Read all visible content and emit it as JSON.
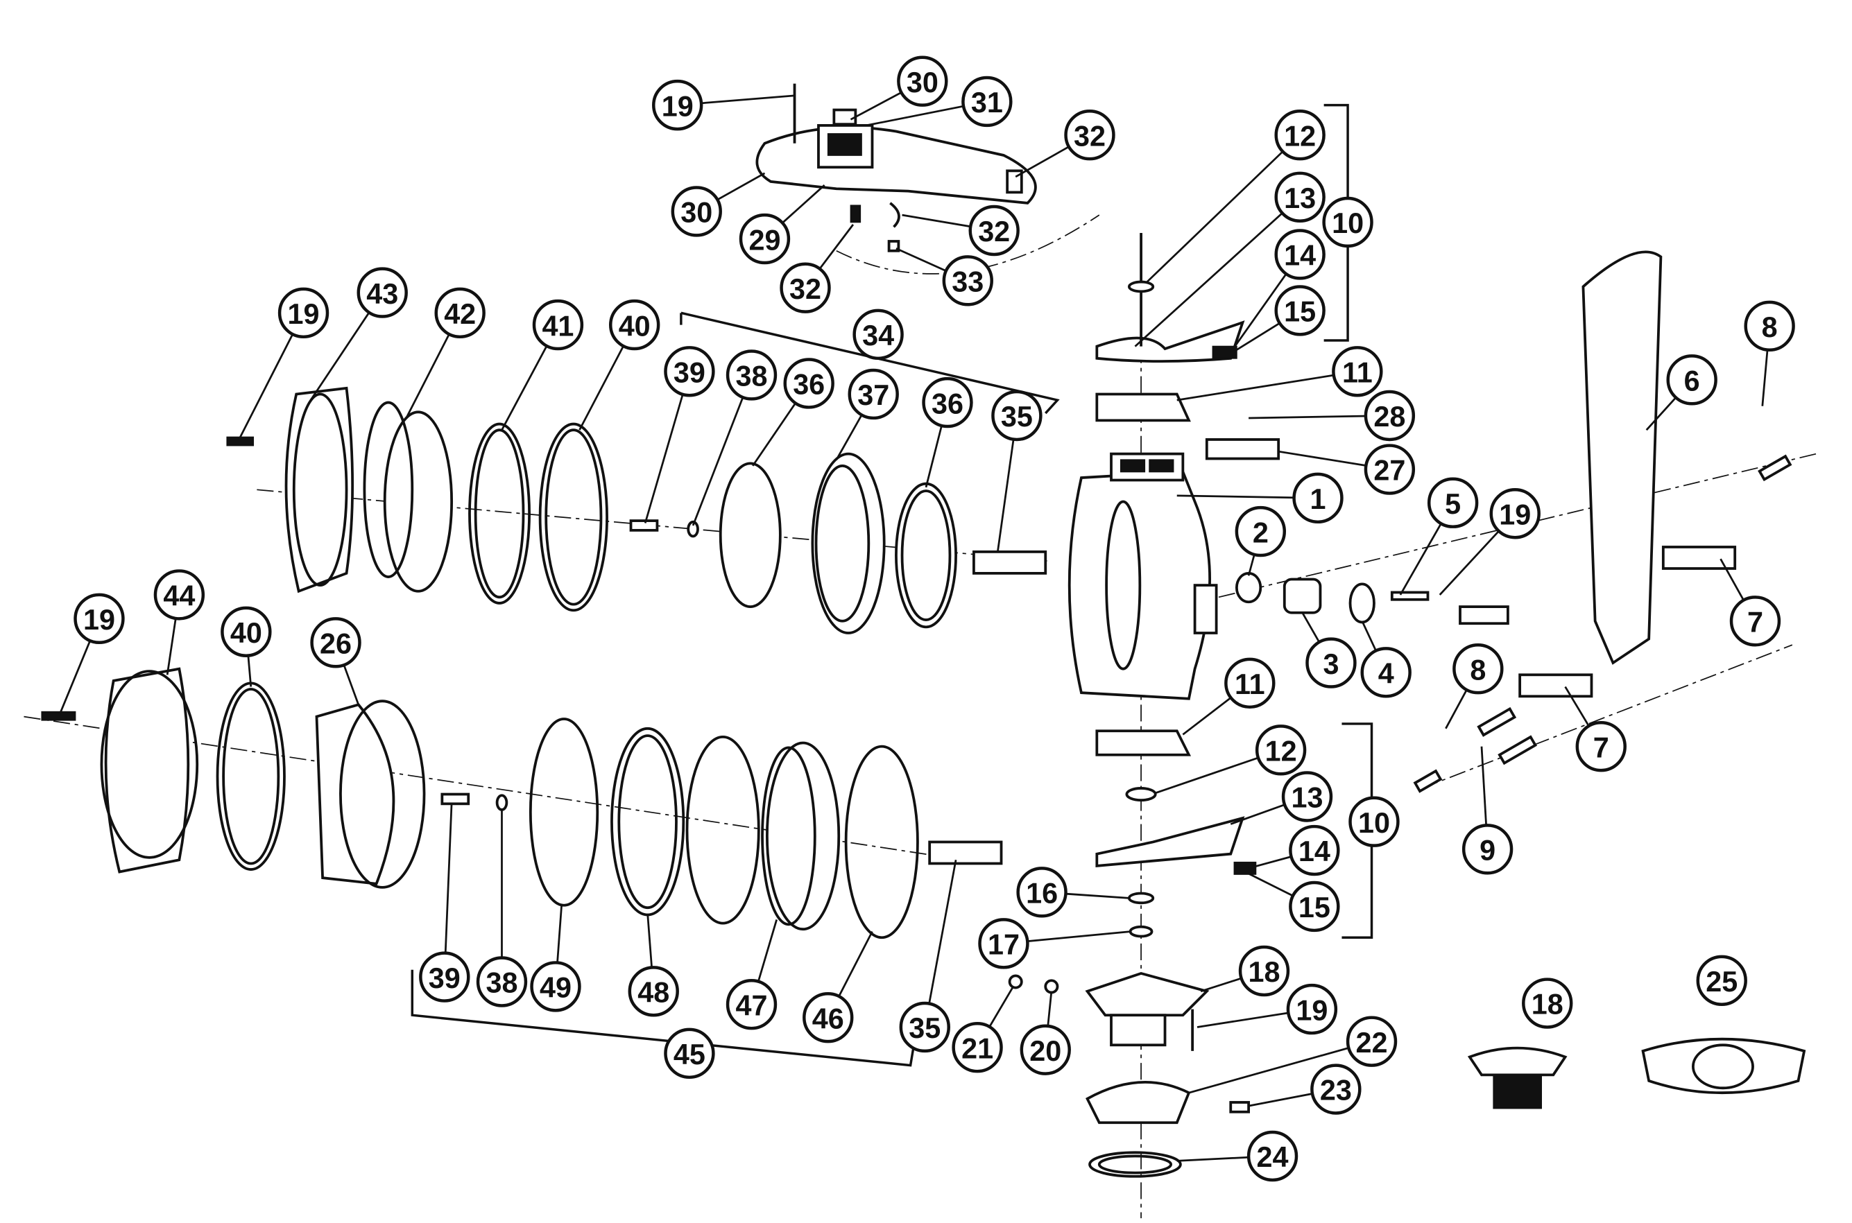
{
  "diagram": {
    "type": "exploded parts diagram",
    "callouts": [
      "19",
      "30",
      "31",
      "32",
      "30",
      "29",
      "32",
      "32",
      "33",
      "12",
      "13",
      "10",
      "14",
      "15",
      "19",
      "43",
      "42",
      "41",
      "40",
      "34",
      "39",
      "38",
      "36",
      "37",
      "36",
      "35",
      "11",
      "28",
      "27",
      "1",
      "8",
      "6",
      "2",
      "5",
      "19",
      "3",
      "4",
      "7",
      "19",
      "44",
      "40",
      "26",
      "11",
      "8",
      "7",
      "12",
      "13",
      "10",
      "9",
      "14",
      "15",
      "16",
      "17",
      "18",
      "19",
      "22",
      "23",
      "24",
      "21",
      "20",
      "39",
      "38",
      "49",
      "48",
      "47",
      "46",
      "35",
      "45",
      "18",
      "25"
    ]
  }
}
